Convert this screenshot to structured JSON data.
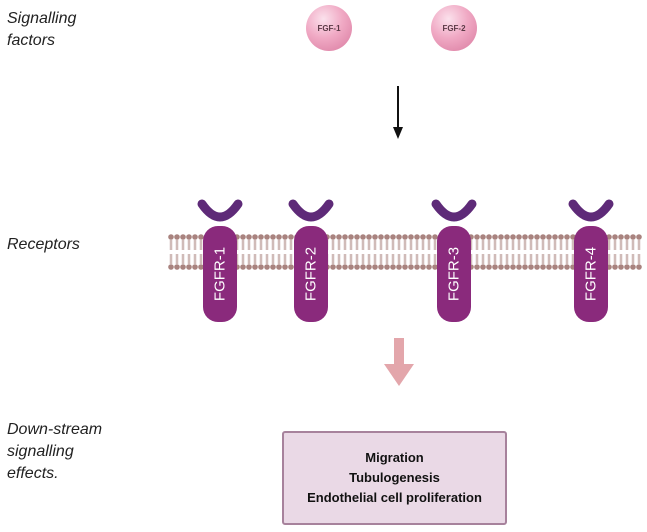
{
  "labels": {
    "signalling_factors": "Signalling\nfactors",
    "receptors": "Receptors",
    "downstream": "Down-stream\nsignalling\neffects."
  },
  "ligands": [
    "FGF-1",
    "FGF-2"
  ],
  "receptors": [
    "FGFR-1",
    "FGFR-2",
    "FGFR-3",
    "FGFR-4"
  ],
  "effects": [
    "Migration",
    "Tubulogenesis",
    "Endothelial cell proliferation"
  ],
  "colors": {
    "receptor": "#8a2a7c",
    "receptor_cap": "#5e2a78",
    "membrane": "#a9837f",
    "ligand": "#f0a9c4",
    "arrow_down": "#e3a6ab",
    "effects_fill": "#ead9e6",
    "effects_border": "#a7829c"
  }
}
